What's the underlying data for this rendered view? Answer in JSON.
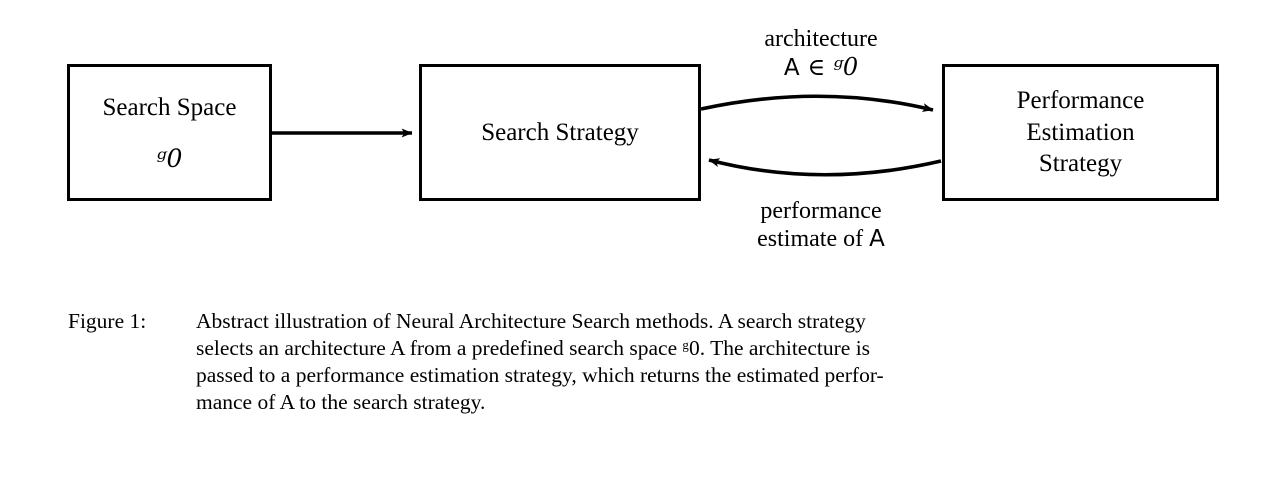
{
  "figure": {
    "boxes": [
      {
        "name": "search-space",
        "lines": [
          "Search Space"
        ],
        "symbol": "ᵍ0"
      },
      {
        "name": "search-strategy",
        "lines": [
          "Search Strategy"
        ]
      },
      {
        "name": "performance-estimation",
        "lines": [
          "Performance",
          "Estimation",
          "Strategy"
        ]
      }
    ],
    "edges": {
      "straight": {
        "from": "search-space",
        "to": "search-strategy",
        "label": ""
      },
      "forward_arc": {
        "from": "search-strategy",
        "to": "performance-estimation",
        "label_line1": "architecture",
        "label_line2_prefix": "A",
        "label_line2_op": "∈",
        "label_line2_suffix": "ᵍ0"
      },
      "return_arc": {
        "from": "performance-estimation",
        "to": "search-strategy",
        "label_line1": "performance",
        "label_line2_prefix": "estimate of",
        "label_line2_suffix": "A"
      }
    },
    "colors": {
      "stroke": "#000000",
      "background": "#ffffff",
      "text": "#000000"
    }
  },
  "caption": {
    "label": "Figure 1:",
    "lines": [
      "Abstract illustration of Neural Architecture Search methods. A search strategy",
      "selects an architecture A from a predefined search space ᵍ0. The architecture is",
      "passed to a performance estimation strategy, which returns the estimated perfor-",
      "mance of A to the search strategy."
    ]
  }
}
